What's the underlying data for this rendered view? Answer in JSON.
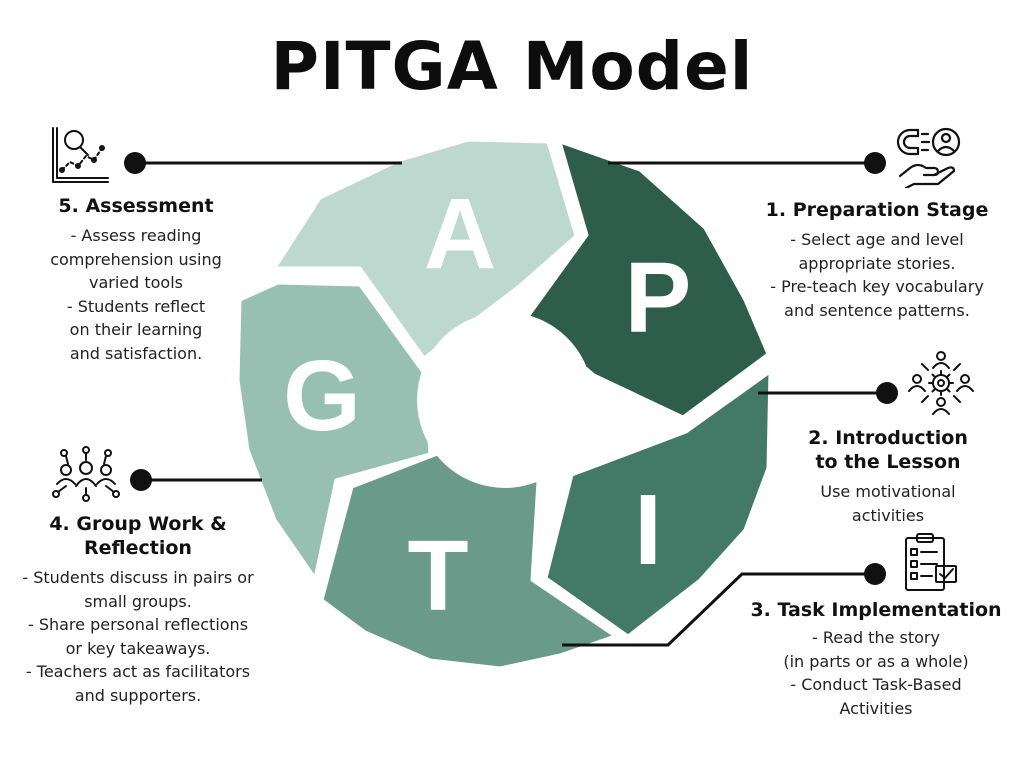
{
  "title": "PITGA Model",
  "colors": {
    "p": "#2e5d4c",
    "i": "#437a67",
    "t": "#6a9a8a",
    "g": "#97bfb2",
    "a": "#bcd8cf",
    "center": "#ffffff",
    "line": "#111111"
  },
  "segments": {
    "p": "P",
    "i": "I",
    "t": "T",
    "g": "G",
    "a": "A"
  },
  "stages": [
    {
      "title": "1. Preparation Stage",
      "lines": [
        "- Select age and level",
        "appropriate stories.",
        "- Pre-teach key vocabulary",
        "and sentence patterns."
      ],
      "icon": "magnet-person-hand-icon"
    },
    {
      "title_lines": [
        "2. Introduction",
        "to the Lesson"
      ],
      "lines": [
        "Use motivational",
        "activities"
      ],
      "icon": "team-gear-icon"
    },
    {
      "title": "3. Task Implementation",
      "lines": [
        "- Read the story",
        "(in parts or as a whole)",
        "- Conduct Task-Based",
        "Activities"
      ],
      "icon": "checklist-icon"
    },
    {
      "title_lines": [
        "4. Group Work &",
        "Reflection"
      ],
      "lines": [
        "- Students discuss in pairs or",
        "small groups.",
        "- Share personal reflections",
        "or key takeaways.",
        "- Teachers act as facilitators",
        "and supporters."
      ],
      "icon": "group-network-icon"
    },
    {
      "title": "5. Assessment",
      "lines": [
        "- Assess reading",
        "comprehension using",
        "varied tools",
        "- Students reflect",
        "on their learning",
        "and satisfaction."
      ],
      "icon": "magnifier-chart-icon"
    }
  ]
}
